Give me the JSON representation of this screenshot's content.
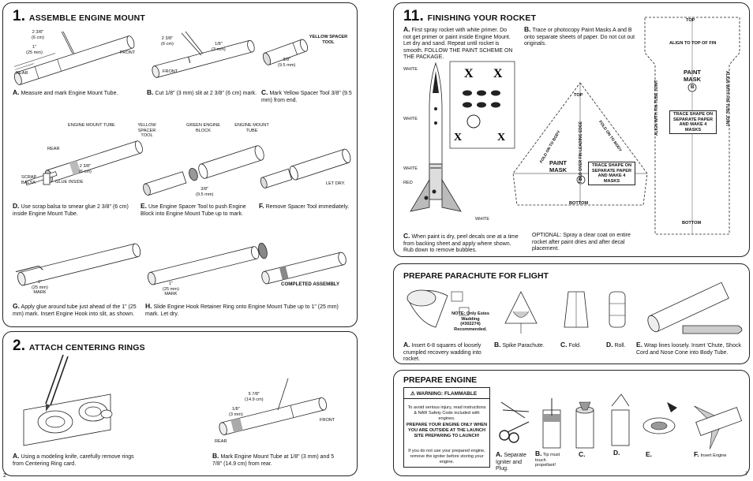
{
  "page_numbers": {
    "left": "2",
    "right": "7"
  },
  "step1": {
    "num": "1.",
    "title": "Assemble Engine Mount",
    "captions": {
      "A": {
        "letter": "A.",
        "text": "Measure and mark Engine Mount Tube."
      },
      "B": {
        "letter": "B.",
        "text": "Cut 1/8\" (3 mm) slit at 2 3/8\" (6 cm) mark."
      },
      "C": {
        "letter": "C.",
        "text": "Mark Yellow Spacer Tool 3/8\" (9.5 mm) from end."
      },
      "D": {
        "letter": "D.",
        "text": "Use scrap balsa to smear glue 2 3/8\" (6 cm) inside Engine Mount Tube."
      },
      "E": {
        "letter": "E.",
        "text": "Use Engine Spacer Tool to push Engine Block into Engine Mount Tube up to mark."
      },
      "F": {
        "letter": "F.",
        "text": "Remove Spacer Tool immediately."
      },
      "G": {
        "letter": "G.",
        "text": "Apply glue around tube just ahead of the 1\" (25 mm) mark. Insert Engine Hook into slit, as shown."
      },
      "H": {
        "letter": "H.",
        "text": "Slide Engine Hook Retainer Ring onto Engine Mount Tube up to 1\" (25 mm) mark. Let dry."
      }
    },
    "labels": {
      "m238": "2 3/8\"",
      "m238cm": "(6 cm)",
      "m1": "1\"",
      "m1mm": "(25 mm)",
      "rear": "REAR",
      "front": "FRONT",
      "m238b": "2 3/8\"",
      "m238bcm": "(6 cm)",
      "m18": "1/8\"",
      "m18mm": "(3 mm)",
      "front_b": "FRONT",
      "yellow_spacer_tool": "YELLOW SPACER TOOL",
      "m38": "3/8\"",
      "m38mm": "(9.5 mm)",
      "engine_mount_tube_d": "ENGINE MOUNT TUBE",
      "rear_d": "REAR",
      "scrap_balsa": "SCRAP BALSA",
      "glue_inside": "GLUE INSIDE",
      "m238d": "2 3/8\"",
      "m238dcm": "(6 cm)",
      "yellow_spacer_tool_e": "YELLOW SPACER TOOL",
      "green_engine_block": "GREEN ENGINE BLOCK",
      "engine_mount_tube_e": "ENGINE MOUNT TUBE",
      "m38e": "3/8\"",
      "m38emm": "(9.5 mm)",
      "let_dry": "LET DRY.",
      "m1g": "1\"",
      "m1gmm": "(25 mm)",
      "mark_g": "MARK",
      "m1h": "1\"",
      "m1hmm": "(25 mm)",
      "mark_h": "MARK",
      "completed_assembly": "COMPLETED ASSEMBLY"
    }
  },
  "step2": {
    "num": "2.",
    "title": "Attach Centering Rings",
    "captions": {
      "A": {
        "letter": "A.",
        "text": "Using a modeling knife, carefully remove rings from Centering Ring card."
      },
      "B": {
        "letter": "B.",
        "text": "Mark Engine Mount Tube at 1/8\" (3 mm) and 5 7/8\" (14.9 cm) from rear."
      }
    },
    "labels": {
      "m578": "5 7/8\"",
      "m578cm": "(14.9 cm)",
      "m18": "1/8\"",
      "m18mm": "(3 mm)",
      "front": "FRONT",
      "rear": "REAR"
    }
  },
  "step11": {
    "num": "11.",
    "title": "Finishing Your Rocket",
    "captions": {
      "A": {
        "letter": "A.",
        "text": "First spray rocket with white primer. Do not get primer or paint inside Engine Mount. Let dry and sand. Repeat until rocket is smooth. FOLLOW THE PAINT SCHEME ON THE PACKAGE."
      },
      "B": {
        "letter": "B.",
        "text": "Trace or photocopy Paint Masks A and B onto separate sheets of paper. Do not cut out originals."
      },
      "C": {
        "letter": "C.",
        "text": "When paint is dry, peel decals one at a time from backing sheet and apply where shown. Rub down to remove bubbles."
      },
      "optional": "OPTIONAL: Spray a clear coat on entire rocket after paint dries and after decal placement."
    },
    "labels": {
      "white1": "WHITE",
      "white2": "WHITE",
      "white3": "WHITE",
      "red": "RED",
      "white4": "WHITE",
      "mask_a_title": "PAINT MASK",
      "mask_a_letter": "A",
      "mask_a_top": "TOP",
      "mask_a_bottom": "BOTTOM",
      "fold_on_to_body_l": "FOLD ON TO BODY",
      "fold_over_fin": "FOLD OVER FIN LEADING EDGE",
      "fold_on_to_body_r": "FOLD ON TO BODY",
      "trace_a": "TRACE SHAPE ON SEPARATE PAPER AND MAKE 4 MASKS",
      "mask_b_title": "PAINT MASK",
      "mask_b_letter": "B",
      "mask_b_top": "TOP",
      "mask_b_align_top": "ALIGN TO TOP OF FIN",
      "mask_b_align_left": "ALIGN WITH FIN-TUBE JOINT",
      "mask_b_align_right": "ALIGN WITH FIN-TUBE JOINT",
      "trace_b": "TRACE SHAPE ON SEPARATE PAPER AND MAKE 4 MASKS",
      "mask_b_bottom": "BOTTOM"
    }
  },
  "parachute": {
    "title": "PREPARE PARACHUTE FOR FLIGHT",
    "note": "NOTE: Only Estes Wadding (#302274) Recommended.",
    "captions": {
      "A": {
        "letter": "A.",
        "text": "Insert 6-8 squares of loosely crumpled recovery wadding into rocket."
      },
      "B": {
        "letter": "B.",
        "text": "Spike Parachute."
      },
      "C": {
        "letter": "C.",
        "text": "Fold."
      },
      "D": {
        "letter": "D.",
        "text": "Roll."
      },
      "E": {
        "letter": "E.",
        "text": "Wrap lines loosely. Insert 'Chute, Shock Cord and Nose Cone into Body Tube."
      }
    }
  },
  "engine": {
    "title": "PREPARE ENGINE",
    "warning_head": "WARNING: FLAMMABLE",
    "warning_p1": "To avoid serious injury, read instructions & NAR Safety Code included with engines.",
    "warning_p2": "PREPARE YOUR ENGINE ONLY WHEN YOU ARE OUTSIDE AT THE LAUNCH SITE PREPARING TO LAUNCH!",
    "warning_p3": "If you do not use your prepared engine, remove the igniter before storing your engine.",
    "captions": {
      "A": {
        "letter": "A.",
        "text": "Separate Igniter and Plug."
      },
      "B": {
        "letter": "B.",
        "text": "Tip must touch propellant!"
      },
      "C": {
        "letter": "C.",
        "text": ""
      },
      "D": {
        "letter": "D.",
        "text": ""
      },
      "E": {
        "letter": "E.",
        "text": ""
      },
      "F": {
        "letter": "F.",
        "text": "Insert Engine"
      }
    }
  }
}
